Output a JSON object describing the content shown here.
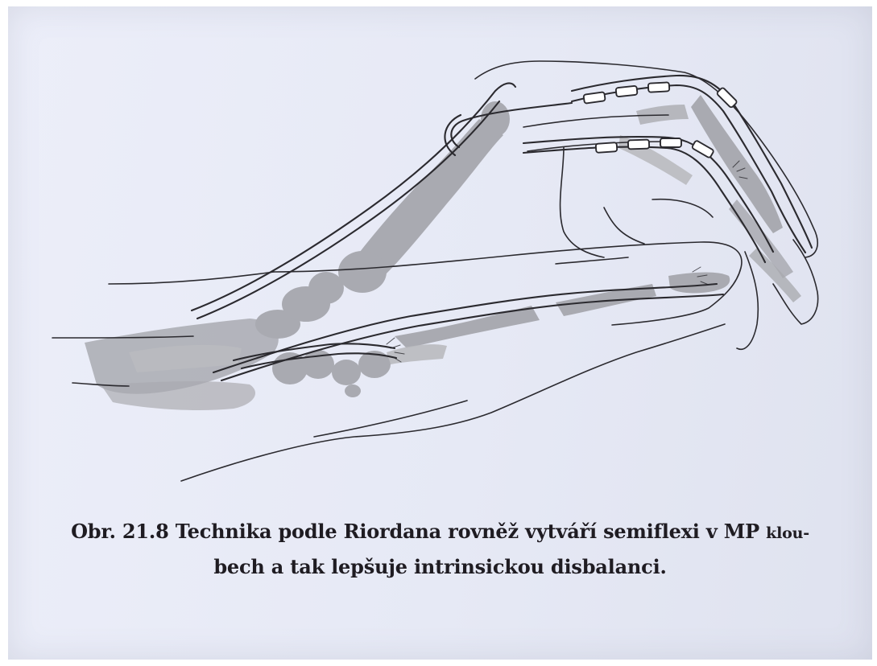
{
  "caption": {
    "line1_main": "Obr. 21.8 Technika podle Riordana rovněž vytváří semiflexi v MP",
    "line1_tail": "klou-",
    "line2": "bech a tak lepšuje intrinsickou disbalanci."
  },
  "colors": {
    "paper": "#e6e9f5",
    "ink": "#1f1c22",
    "bone_fill": "#a6a7ad",
    "bone_fill_light": "#b9babf"
  }
}
